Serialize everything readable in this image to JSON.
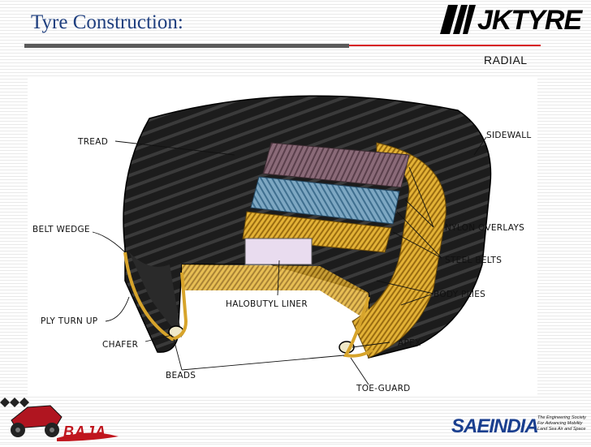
{
  "slide": {
    "title": "Tyre Construction:",
    "subtitle": "RADIAL"
  },
  "brand": {
    "name": "JKTYRE",
    "accent_color": "#d71920"
  },
  "diagram": {
    "labels": {
      "tread": "TREAD",
      "sidewall": "SIDEWALL",
      "belt_wedge": "BELT WEDGE",
      "nylon_overlays": "NYLON OVERLAYS",
      "steel_belts": "STEEL BELTS",
      "halobutyl_liner": "HALOBUTYL LINER",
      "body_plies": "BODY PLIES",
      "ply_turn_up": "PLY TURN UP",
      "apex": "APEX",
      "chafer": "CHAFER",
      "beads": "BEADS",
      "toe_guard": "TOE-GUARD"
    }
  },
  "footer": {
    "left_logo": "BAJA",
    "right_logo": "SAEINDIA",
    "right_tagline": "The Engineering Society For Advancing Mobility Land Sea Air and Space"
  }
}
